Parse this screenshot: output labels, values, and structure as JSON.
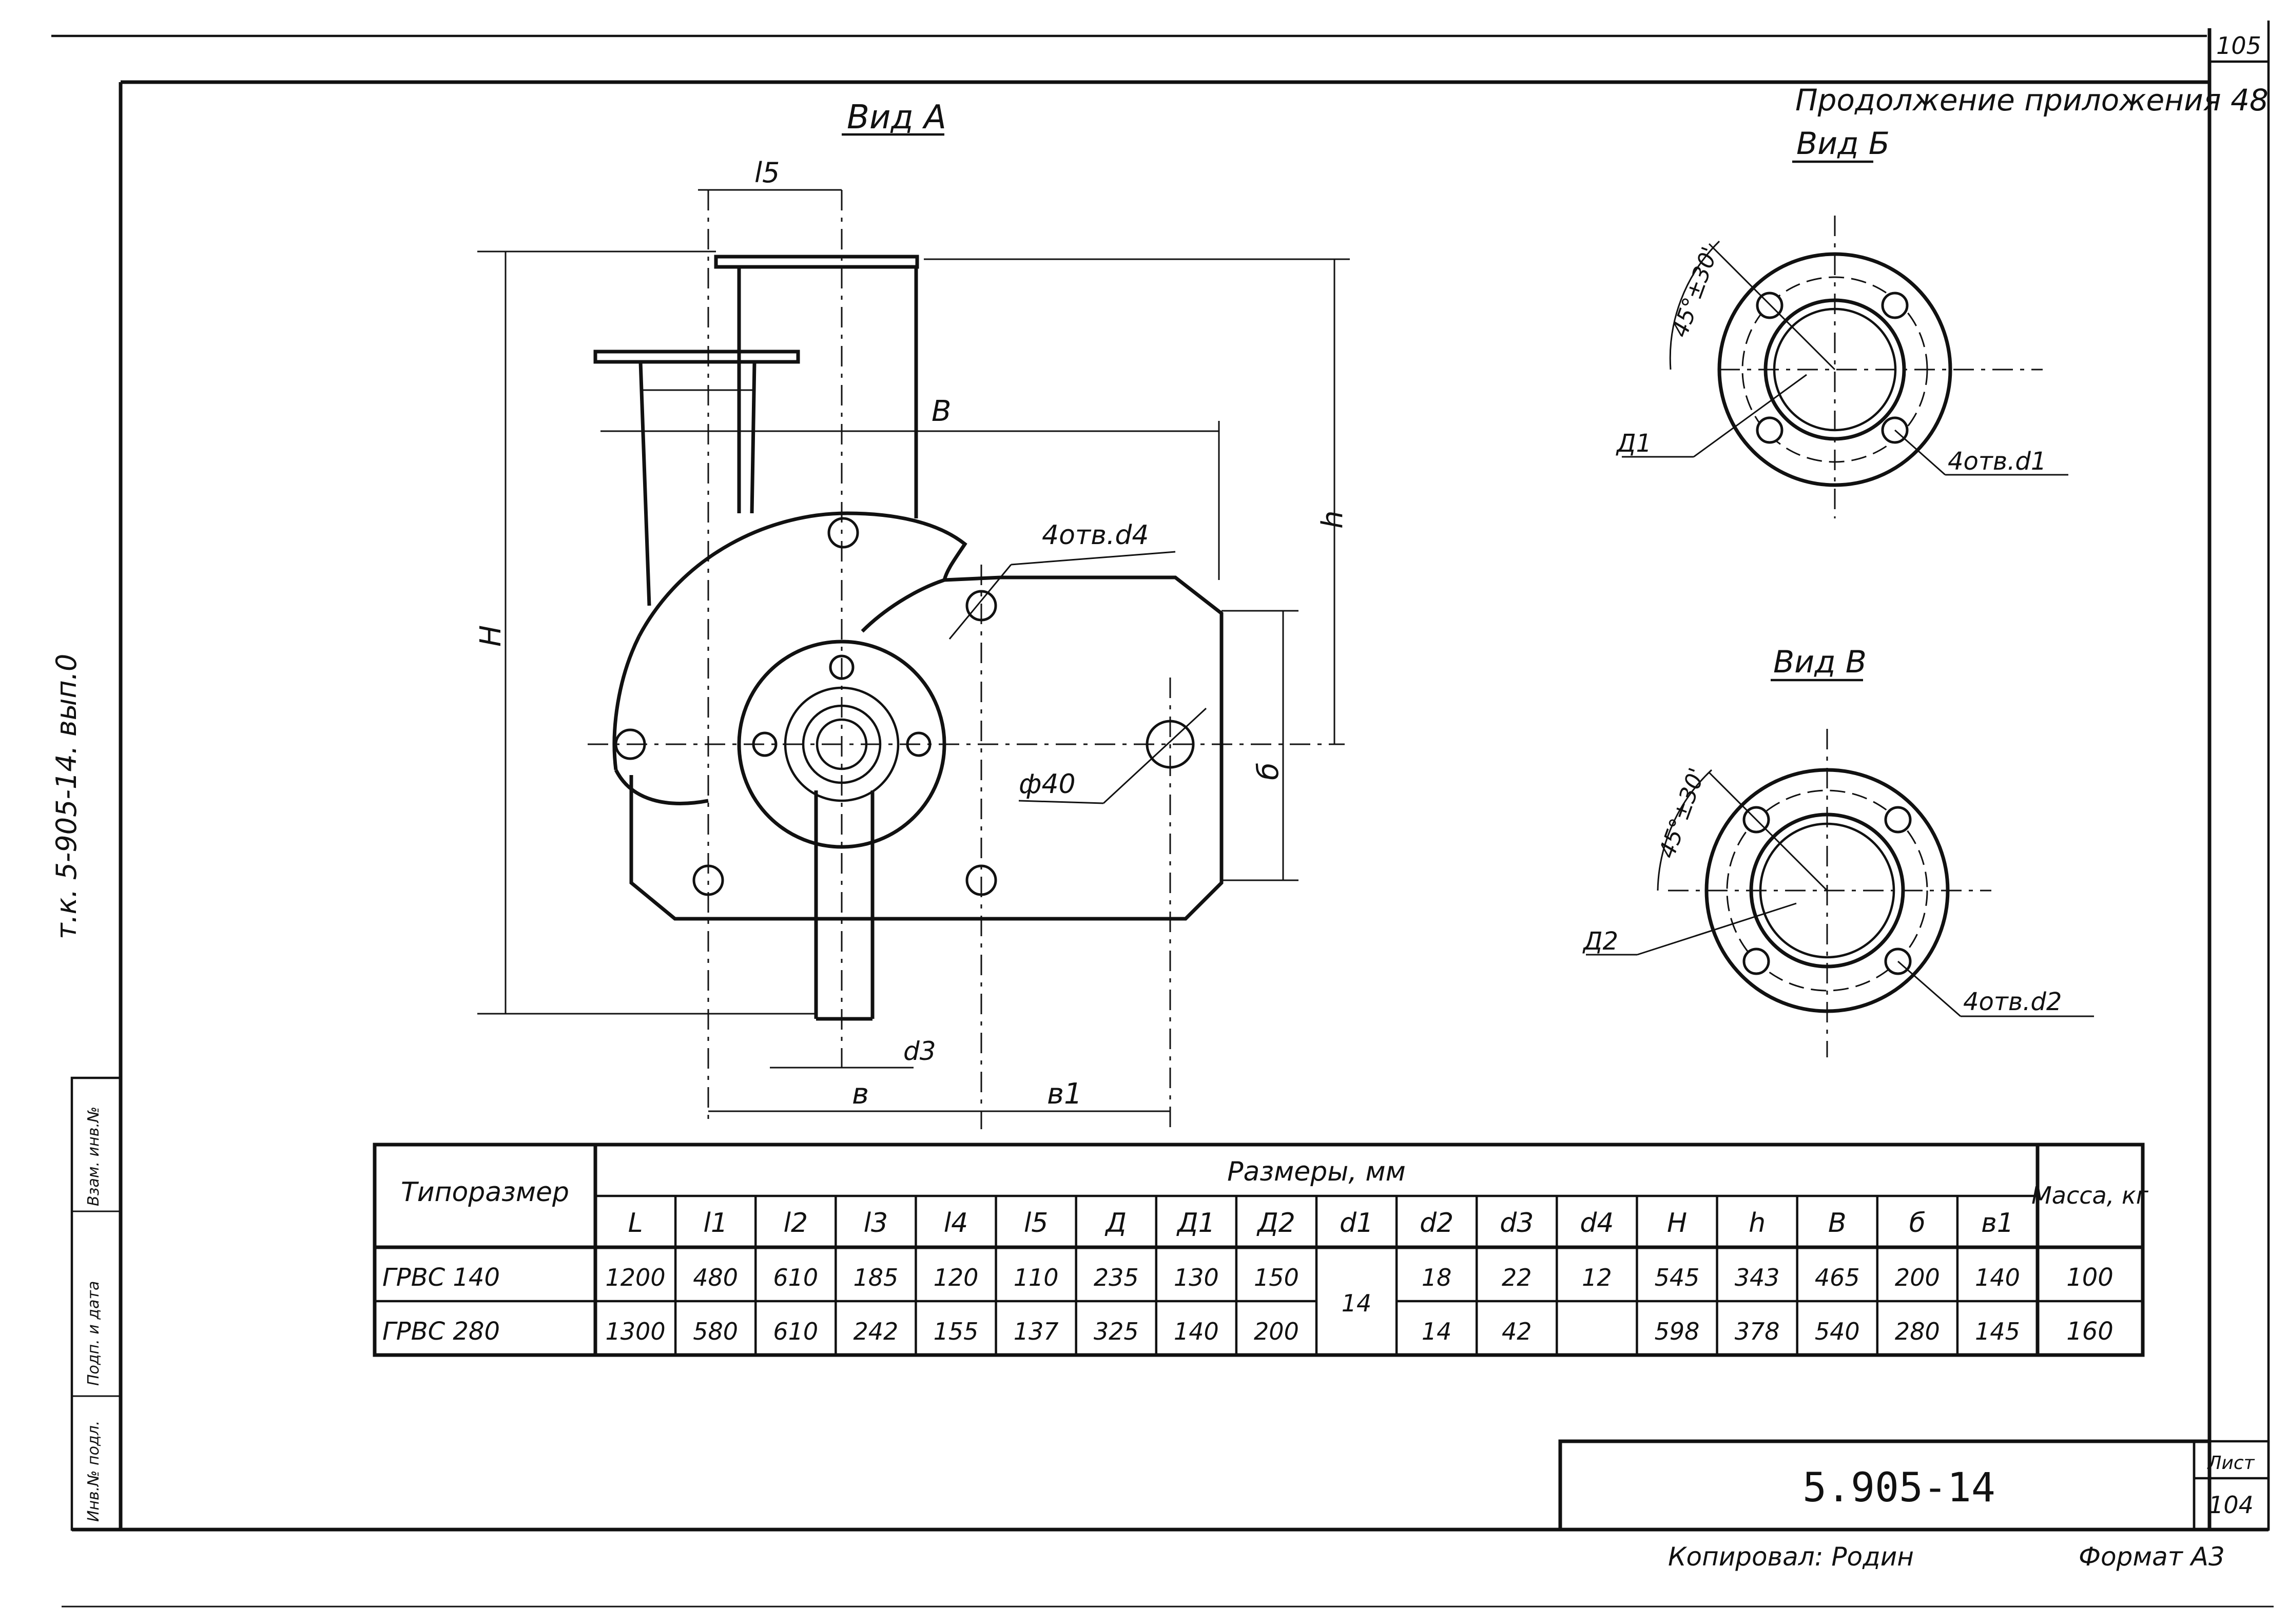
{
  "sheet": {
    "page_number_top": "105",
    "continuation": "Продолжение приложения 48",
    "side_code": "т.к. 5-905-14. вып.0",
    "stamp_labels": [
      "Инв.№ подл.",
      "Подп. и дата",
      "Взам. инв.№"
    ],
    "doc_code": "5.905-14",
    "sheet_label": "Лист",
    "sheet_number": "104",
    "copied_by": "Копировал: Родин",
    "format": "Формат А3"
  },
  "views": {
    "view_a": {
      "title": "Вид А",
      "labels": {
        "l5": "l5",
        "B": "B",
        "H": "H",
        "h": "h",
        "holes": "4отв.d4",
        "phi": "ф40",
        "b_vert": "б",
        "d3": "d3",
        "v": "в",
        "v1": "в1"
      }
    },
    "view_b": {
      "title": "Вид Б",
      "angle": "45°±30'",
      "d_label": "Д1",
      "holes": "4отв.d1"
    },
    "view_v": {
      "title": "Вид В",
      "angle": "45°±30'",
      "d_label": "Д2",
      "holes": "4отв.d2"
    }
  },
  "table": {
    "header_type": "Типоразмер",
    "header_sizes": "Размеры, мм",
    "header_mass": "Масса, кг",
    "columns": [
      "L",
      "l1",
      "l2",
      "l3",
      "l4",
      "l5",
      "Д",
      "Д1",
      "Д2",
      "d1",
      "d2",
      "d3",
      "d4",
      "H",
      "h",
      "B",
      "б",
      "в1"
    ],
    "rows": [
      {
        "name": "ГРВС 140",
        "values": [
          "1200",
          "480",
          "610",
          "185",
          "120",
          "110",
          "235",
          "130",
          "150",
          "14",
          "18",
          "22",
          "12",
          "545",
          "343",
          "465",
          "200",
          "140"
        ],
        "mass": "100"
      },
      {
        "name": "ГРВС 280",
        "values": [
          "1300",
          "580",
          "610",
          "242",
          "155",
          "137",
          "325",
          "140",
          "200",
          "",
          "14",
          "42",
          "",
          "598",
          "378",
          "540",
          "280",
          "145"
        ],
        "mass": "160"
      }
    ]
  }
}
